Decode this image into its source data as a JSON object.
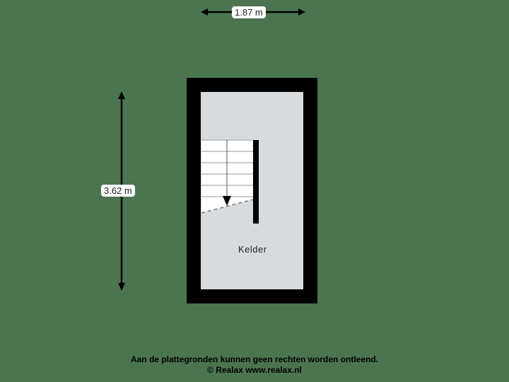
{
  "dimensions": {
    "width_label": "1.87 m",
    "height_label": "3.62 m"
  },
  "rooms": [
    {
      "name": "Kelder"
    }
  ],
  "footer": {
    "disclaimer": "Aan de plattegronden kunnen geen rechten worden ontleend.",
    "copyright": "© Realax www.realax.nl"
  },
  "colors": {
    "background": "#4a7550",
    "wall": "#000000",
    "floor": "#d7dbde",
    "stair": "#ffffff"
  }
}
